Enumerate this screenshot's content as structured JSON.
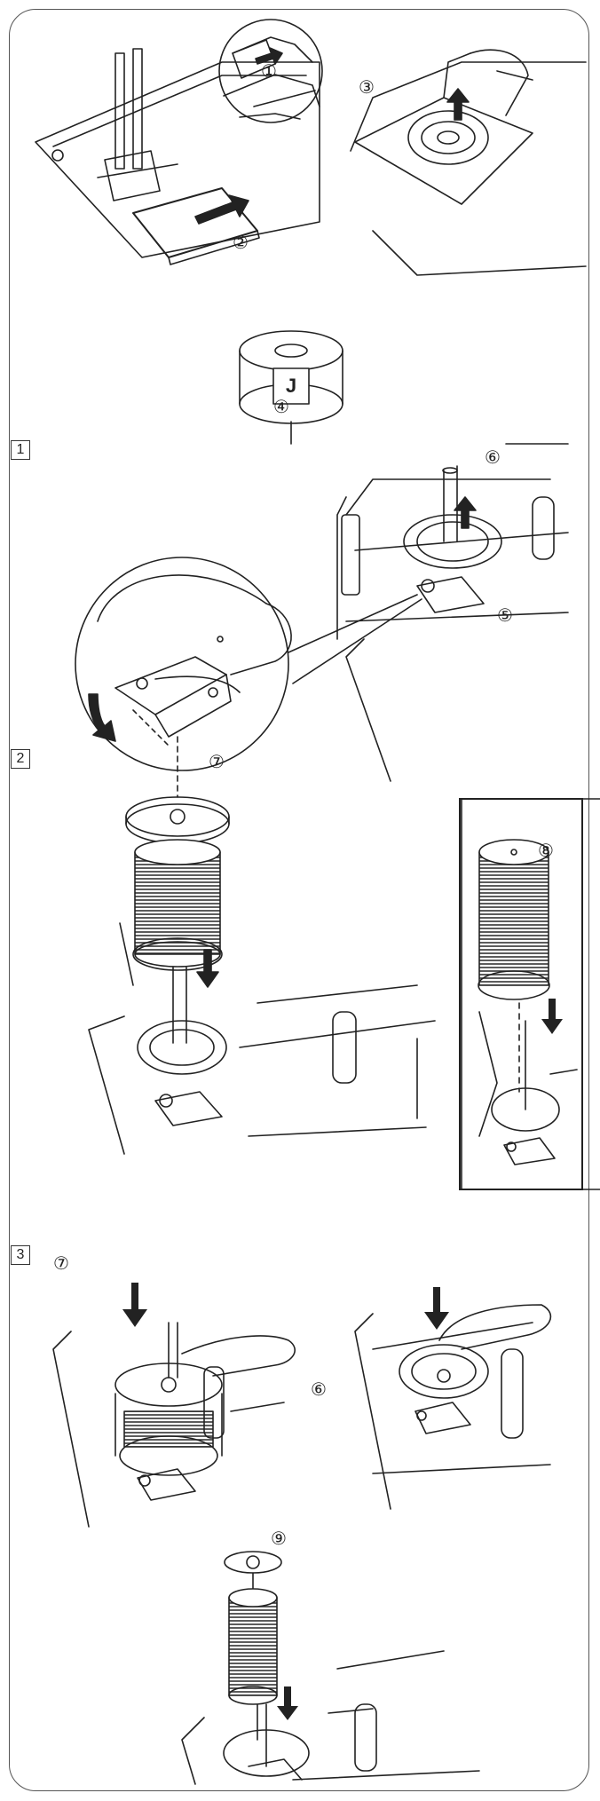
{
  "steps": [
    "1",
    "2",
    "3"
  ],
  "callouts": [
    "①",
    "②",
    "③",
    "④",
    "⑤",
    "⑥",
    "⑦",
    "⑧",
    "⑨"
  ],
  "bobbin_letter": "J",
  "colors": {
    "line": "#222222",
    "frame": "#555555",
    "thread": "#3a3a3a"
  }
}
